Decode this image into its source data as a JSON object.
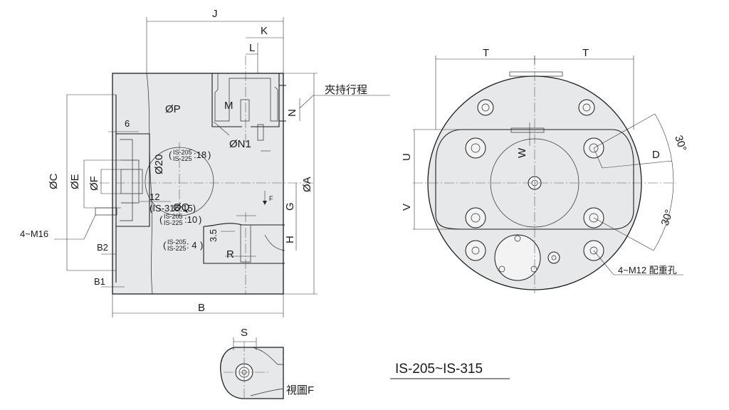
{
  "side_view": {
    "dims": {
      "J": "J",
      "K": "K",
      "L": "L",
      "M": "M",
      "N": "N",
      "P": "ØP",
      "N1": "ØN1",
      "six": "6",
      "C": "ØC",
      "E": "ØE",
      "F": "ØF",
      "A": "ØA",
      "phi20": "Ø20",
      "twelve": "12",
      "is315": "(IS-315:15)",
      "G": "G",
      "Q": "ØQ",
      "H": "H",
      "R": "R",
      "three5": "3.5",
      "B2": "B2",
      "B1": "B1",
      "B": "B",
      "M16": "4~M16",
      "arrowF": "F"
    },
    "notes": {
      "n18_a": "IS-205",
      "n18_b": "IS-225",
      "n18_v": ":18",
      "n10_a": "IS-205",
      "n10_b": "IS-225",
      "n10_v": ":10",
      "n4_a": "IS-205",
      "n4_b": "IS-225",
      "n4_v": ": 4"
    },
    "clamp_stroke": "夾持行程"
  },
  "front_view": {
    "dims": {
      "T1": "T",
      "T2": "T",
      "U": "U",
      "V": "V",
      "W": "W",
      "D": "D",
      "ang1": "30°",
      "ang2": "30°"
    },
    "mount_holes": "4~M12 配重孔"
  },
  "detail_view": {
    "S": "S",
    "caption": "視圖F"
  },
  "model_title": "IS-205~IS-315"
}
